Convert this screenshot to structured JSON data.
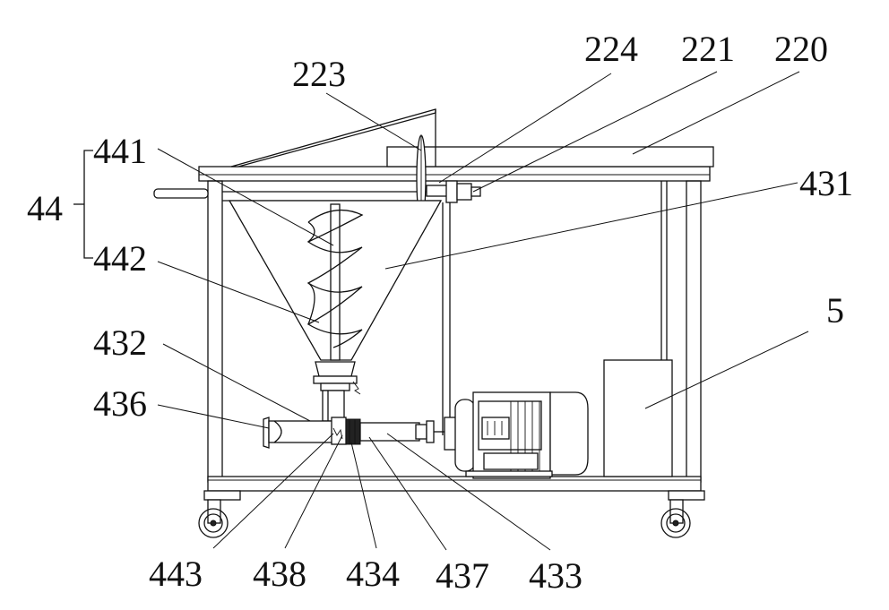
{
  "labels": {
    "l224": "224",
    "l221": "221",
    "l220": "220",
    "l223": "223",
    "l441": "441",
    "l44": "44",
    "l442": "442",
    "l431": "431",
    "l5": "5",
    "l432": "432",
    "l436": "436",
    "l443": "443",
    "l438": "438",
    "l434": "434",
    "l437": "437",
    "l433": "433"
  }
}
